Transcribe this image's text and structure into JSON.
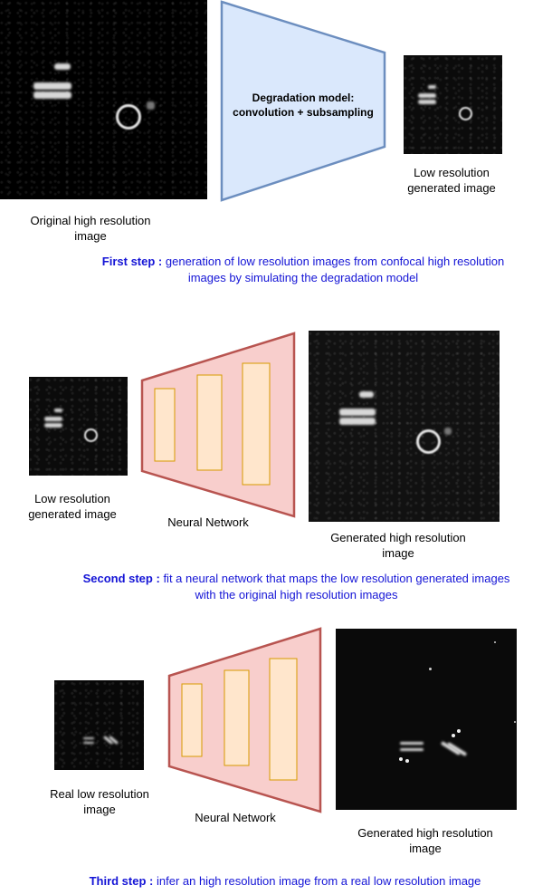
{
  "step1": {
    "original_caption": "Original high resolution\nimage",
    "model_title": "Degradation model:",
    "model_subtitle": "convolution + subsampling",
    "low_res_caption": "Low resolution\ngenerated image",
    "step_label": "First step :",
    "step_text": "generation of low resolution images from confocal high resolution\nimages by simulating the degradation model"
  },
  "step2": {
    "low_res_caption": "Low resolution\ngenerated image",
    "network_label": "Neural Network",
    "output_caption": "Generated high resolution\nimage",
    "step_label": "Second step :",
    "step_text": "fit a neural network that maps the low resolution generated images\nwith the original high resolution images"
  },
  "step3": {
    "input_caption": "Real low resolution\nimage",
    "network_label": "Neural Network",
    "output_caption": "Generated high resolution\nimage",
    "step_label": "Third step :",
    "step_text": "infer an high resolution image from a real low resolution image"
  },
  "colors": {
    "degradation_fill": "#dae8fc",
    "degradation_stroke": "#6c8ebf",
    "network_fill": "#f8cecc",
    "network_stroke": "#b85450",
    "layer_fill": "#ffe6cc",
    "layer_stroke": "#d79b00",
    "step_text": "#1414d6"
  }
}
